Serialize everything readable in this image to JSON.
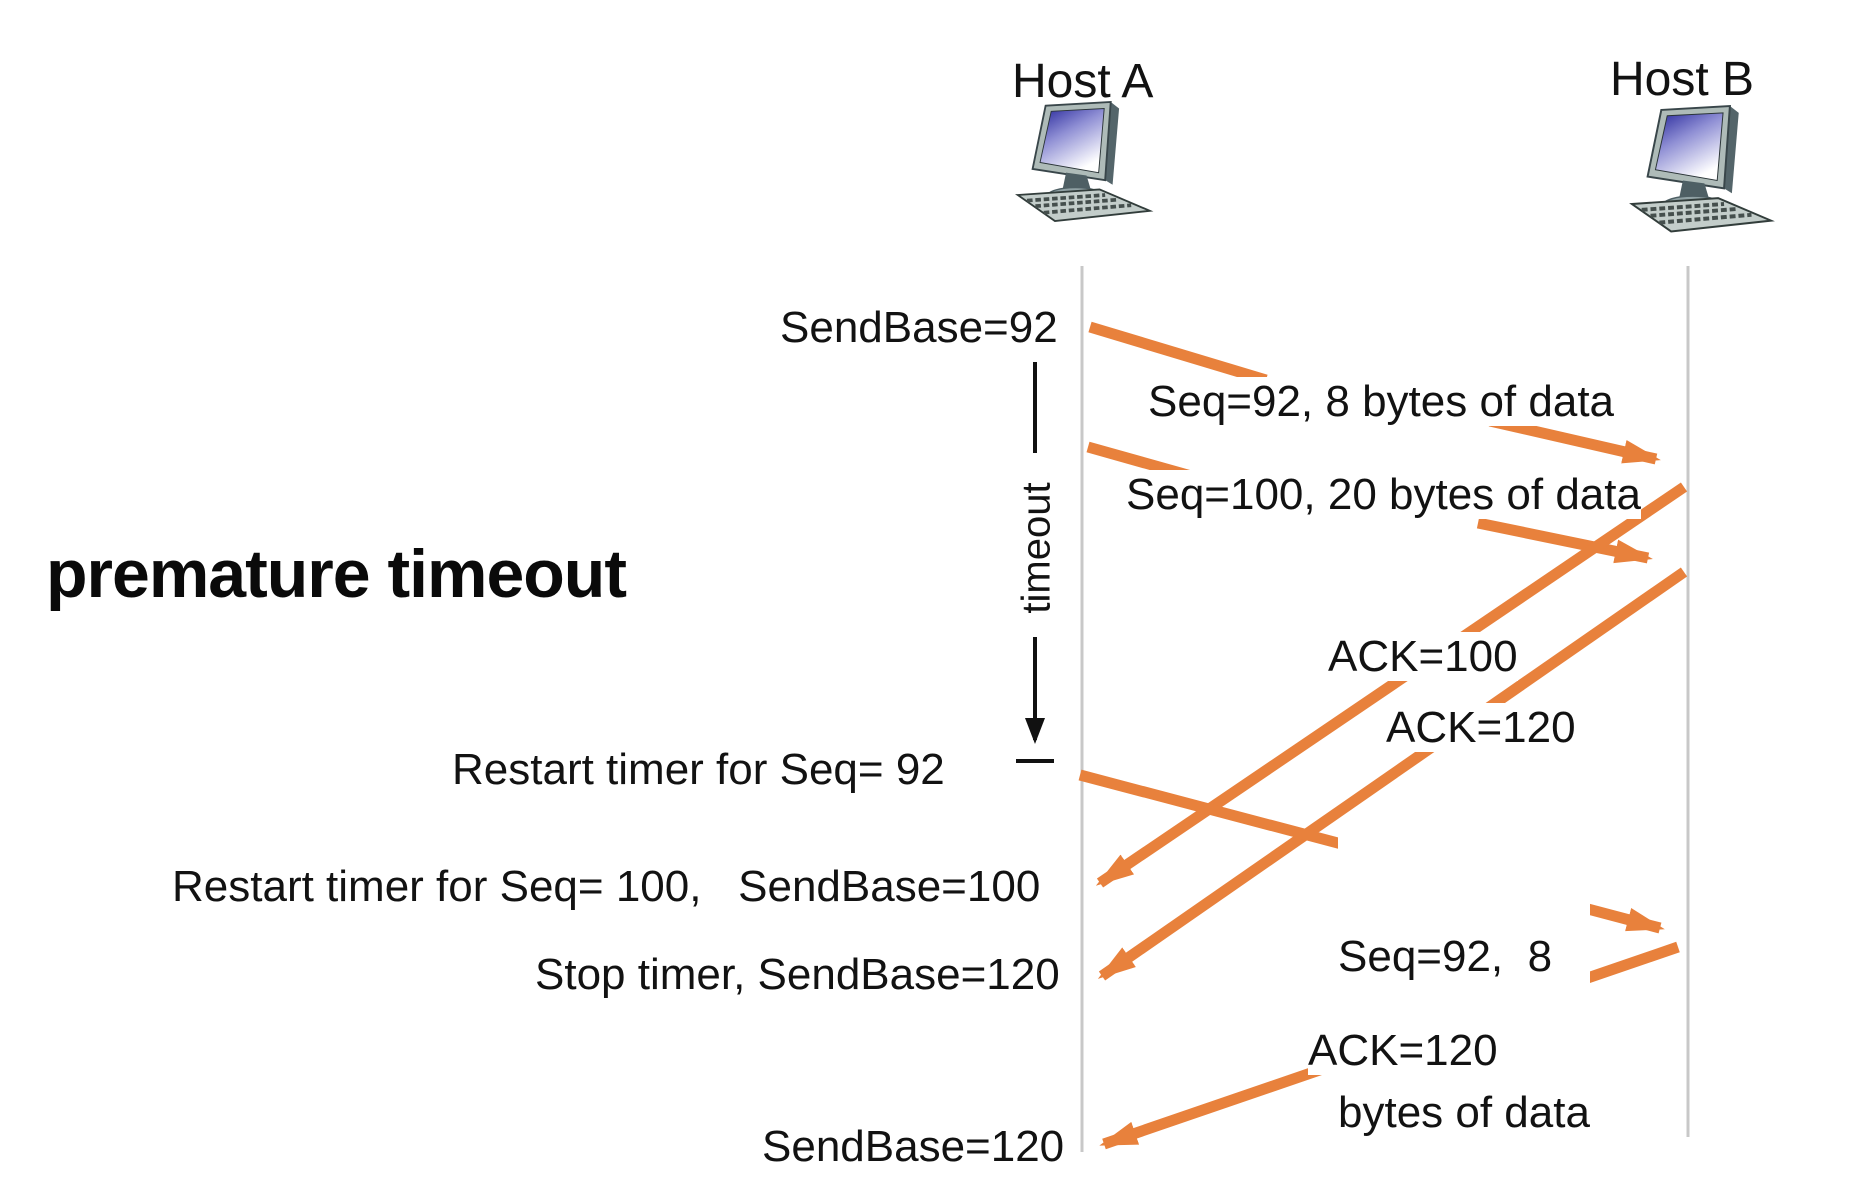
{
  "diagram_title": "premature timeout",
  "hosts": {
    "a_label": "Host A",
    "b_label": "Host B"
  },
  "events": {
    "sendbase_92": "SendBase=92",
    "seq_92": "Seq=92, 8 bytes of data",
    "seq_100": "Seq=100, 20 bytes of data",
    "timeout_label": "timeout",
    "ack_100": "ACK=100",
    "ack_120_first": "ACK=120",
    "restart_92": "Restart timer for Seq= 92",
    "restart_100": "Restart timer for Seq= 100,   SendBase=100",
    "retransmit_line1": "Seq=92,  8",
    "retransmit_line2": "bytes of data",
    "stop_timer": "Stop timer, SendBase=120",
    "ack_120_second": "ACK=120",
    "sendbase_120": "SendBase=120"
  },
  "colors": {
    "arrow_orange": "#E8813C",
    "timeline_gray": "#C8C8C8",
    "text": "#121212"
  }
}
